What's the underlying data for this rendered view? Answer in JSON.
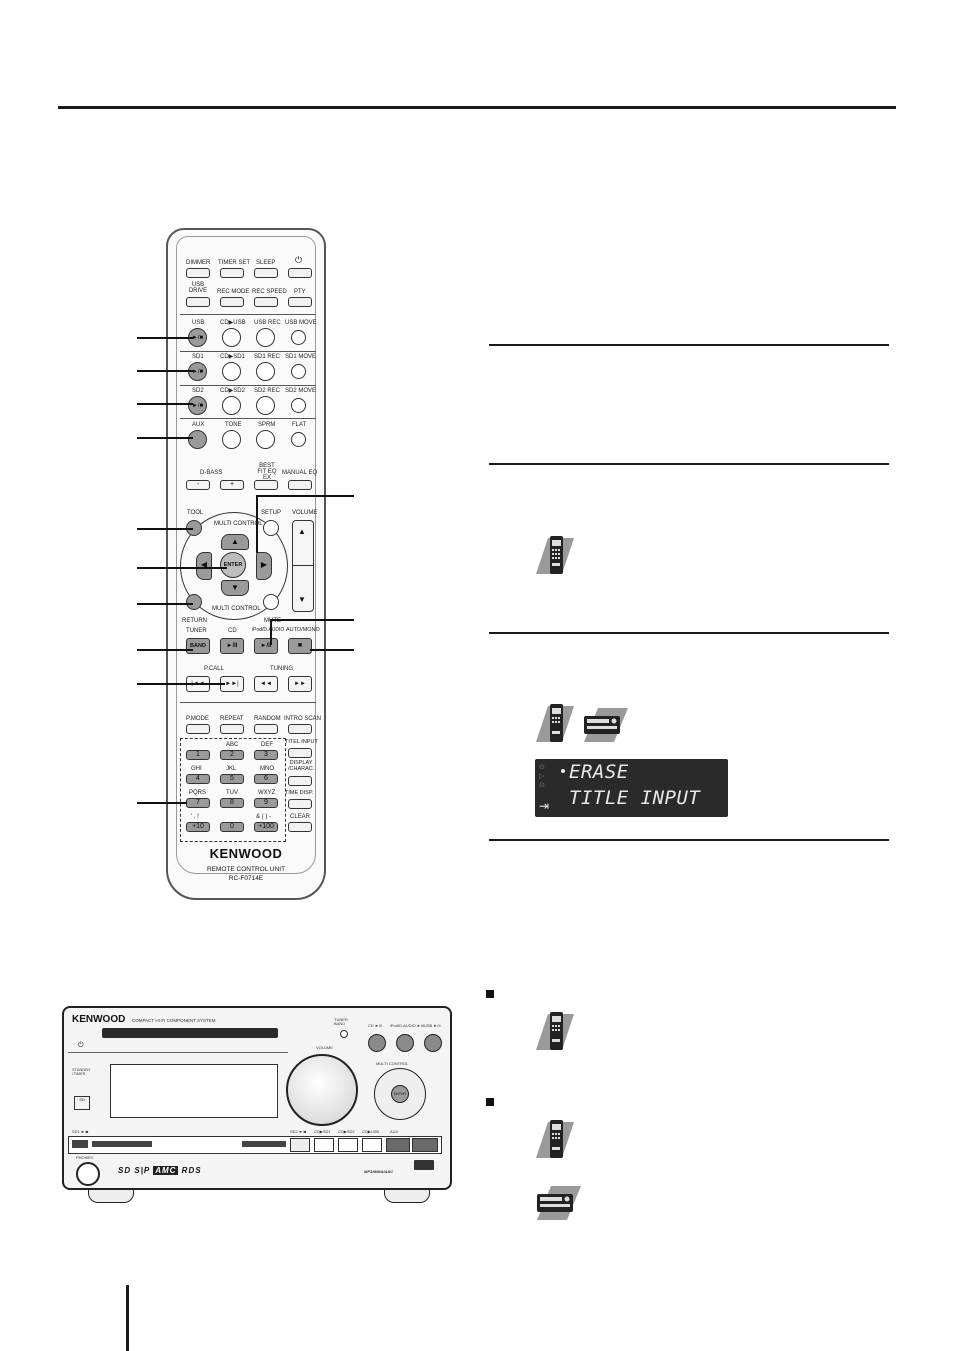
{
  "remote": {
    "row1": [
      "DIMMER",
      "TIMER SET",
      "SLEEP",
      "⏻"
    ],
    "row2": [
      "USB DRIVE",
      "REC MODE",
      "REC SPEED",
      "PTY"
    ],
    "row_usb": [
      "USB",
      "CD▶USB",
      "USB REC",
      "USB MOVE"
    ],
    "row_sd1": [
      "SD1",
      "CD▶SD1",
      "SD1 REC",
      "SD1 MOVE"
    ],
    "row_sd2": [
      "SD2",
      "CD▶SD2",
      "SD2 REC",
      "SD2 MOVE"
    ],
    "row_aux": [
      "AUX",
      "TONE",
      "SPRM",
      "FLAT"
    ],
    "row_eq": [
      "D-BASS",
      "BEST FIT EQ EX",
      "MANUAL EQ"
    ],
    "dbass_minus": "-",
    "dbass_plus": "+",
    "play_stop": "►/■",
    "tool": "TOOL",
    "setup": "SETUP",
    "volume": "VOLUME",
    "enter": "ENTER",
    "multi_control": "MULTI CONTROL",
    "return": "RETURN",
    "mute": "MUTE",
    "tuner": "TUNER",
    "band": "BAND",
    "cd": "CD",
    "ipod": "iPod/D.AUDIO",
    "auto_mono": "AUTO/MONO",
    "play_pause": "►/II",
    "stop_glyph": "■",
    "pcall": "P.CALL",
    "tuning": "TUNING",
    "skip_prev": "|◄◄",
    "skip_next": "►►|",
    "rew": "◄◄",
    "ff": "►►",
    "row_mode": [
      "P.MODE",
      "REPEAT",
      "RANDOM",
      "INTRO SCAN"
    ],
    "keypad_letters": [
      "",
      "ABC",
      "DEF",
      "GHI",
      "JKL",
      "MNO",
      "PQRS",
      "TUV",
      "WXYZ",
      "' , ! ",
      "& ( ) -"
    ],
    "keypad_nums": [
      "1",
      "2",
      "3",
      "4",
      "5",
      "6",
      "7",
      "8",
      "9",
      "+10",
      "0",
      "+100"
    ],
    "side_keys": [
      "TITEL INPUT",
      "DISPLAY /CHARAC.",
      "TIME DISP.",
      "CLEAR"
    ],
    "brand": "KENWOOD",
    "unit_name": "REMOTE CONTROL UNIT",
    "model": "RC-F0714E"
  },
  "display": {
    "line1": "ERASE",
    "line2": "TITLE INPUT"
  },
  "main_unit": {
    "brand": "KENWOOD",
    "system": "COMPACT HI-FI COMPONENT SYSTEM",
    "volume": "VOLUME",
    "multi_control": "MULTI CONTROL",
    "enter": "ENTER",
    "top_buttons": [
      "CD ►/II",
      "iPod/D.AUDIO ►/II",
      "USB ►/II"
    ],
    "bottom_labels": [
      "SD1 ►/■",
      "SD2 ►/■",
      "CD▶SD1",
      "CD▶SD2",
      "CD▶USB",
      "AUX"
    ],
    "tuner_band": "TUNER BAND",
    "phones": "PHONES",
    "badges": [
      "RDS",
      "MP3/WMA/AAC"
    ],
    "stdby": "STANDBY /TIMER"
  }
}
